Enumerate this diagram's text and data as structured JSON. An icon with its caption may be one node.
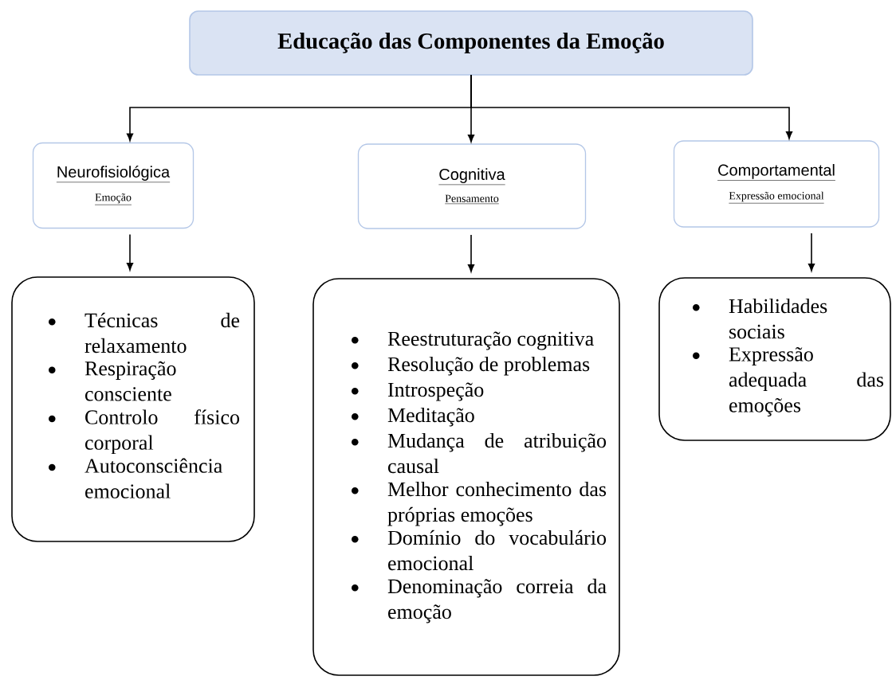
{
  "diagram": {
    "nodes": [
      {
        "text": [
          "Educação das Componentes da Emoção"
        ]
      },
      {
        "text": [
          "Neurofisiológica",
          "Emoção"
        ]
      },
      {
        "text": [
          "Cognitiva",
          "Pensamento"
        ]
      },
      {
        "text": [
          "Comportamental",
          "Expressão emocional"
        ]
      },
      {
        "text": [
          "Técnicas de relaxamento",
          "Respiração consciente",
          "Controlo físico corporal",
          "Autoconsciência emocional"
        ]
      },
      {
        "text": [
          "Reestruturação cognitiva",
          "Resolução de problemas",
          "Introspeção",
          "Meditação",
          "Mudança de atribuição causal",
          "Melhor conhecimento das próprias emoções",
          "Domínio do vocabulário emocional",
          "Denominação correia da emoção"
        ]
      },
      {
        "text": [
          "Habilidades sociais",
          "Expressão adequada das emoções"
        ]
      }
    ],
    "edges": [
      {
        "from": 0,
        "to": 1,
        "arrow": "to"
      },
      {
        "from": 0,
        "to": 2,
        "arrow": "to"
      },
      {
        "from": 0,
        "to": 3,
        "arrow": "to"
      },
      {
        "from": 1,
        "to": 4,
        "arrow": "to"
      },
      {
        "from": 2,
        "to": 5,
        "arrow": "to"
      },
      {
        "from": 3,
        "to": 6,
        "arrow": "to"
      }
    ]
  }
}
